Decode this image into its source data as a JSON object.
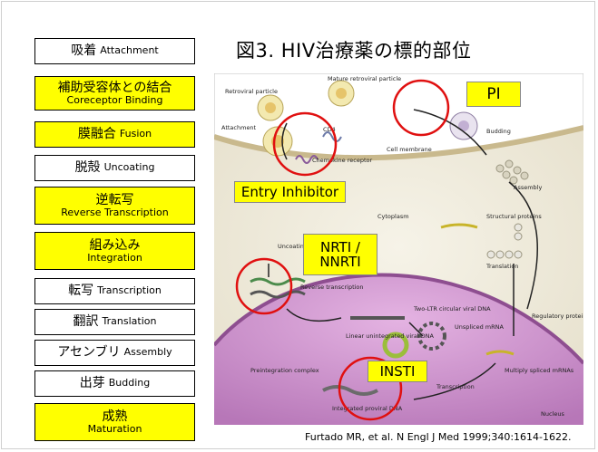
{
  "title": "図3. HIV治療薬の標的部位",
  "citation": "Furtado MR, et al. N Engl J Med 1999;340:1614-1622.",
  "steps": [
    {
      "jp": "吸着",
      "en": "Attachment",
      "target": false
    },
    {
      "jp": "補助受容体との結合",
      "en": "Coreceptor Binding",
      "target": true
    },
    {
      "jp": "膜融合",
      "en": "Fusion",
      "target": true
    },
    {
      "jp": "脱殻",
      "en": "Uncoating",
      "target": false
    },
    {
      "jp": "逆転写",
      "en": "Reverse Transcription",
      "target": true
    },
    {
      "jp": "組み込み",
      "en": "Integration",
      "target": true
    },
    {
      "jp": "転写",
      "en": "Transcription",
      "target": false
    },
    {
      "jp": "翻訳",
      "en": "Translation",
      "target": false
    },
    {
      "jp": "アセンブリ",
      "en": "Assembly",
      "target": false
    },
    {
      "jp": "出芽",
      "en": "Budding",
      "target": false
    },
    {
      "jp": "成熟",
      "en": "Maturation",
      "target": true
    }
  ],
  "drug_labels": {
    "pi": "PI",
    "entry": "Entry Inhibitor",
    "nrti": "NRTI /\nNNRTI",
    "insti": "INSTI"
  },
  "figure_labels": {
    "retroviral_particle": "Retroviral particle",
    "mature_particle": "Mature retroviral particle",
    "attachment": "Attachment",
    "cd4": "CD4",
    "chemokine": "Chemokine receptor",
    "cell_membrane": "Cell membrane",
    "budding": "Budding",
    "assembly": "Assembly",
    "cytoplasm": "Cytoplasm",
    "uncoating": "Uncoating",
    "structural_proteins": "Structural proteins",
    "rt": "Reverse transcription",
    "translation": "Translation",
    "two_ltr": "Two-LTR circular viral DNA",
    "linear_dna": "Linear unintegrated viral DNA",
    "unspliced": "Unspliced mRNA",
    "regulatory": "Regulatory proteins",
    "preintegration": "Preintegration complex",
    "multiply_spliced": "Multiply spliced mRNAs",
    "integrated": "Integrated proviral DNA",
    "transcription": "Transcription",
    "nucleus": "Nucleus"
  }
}
